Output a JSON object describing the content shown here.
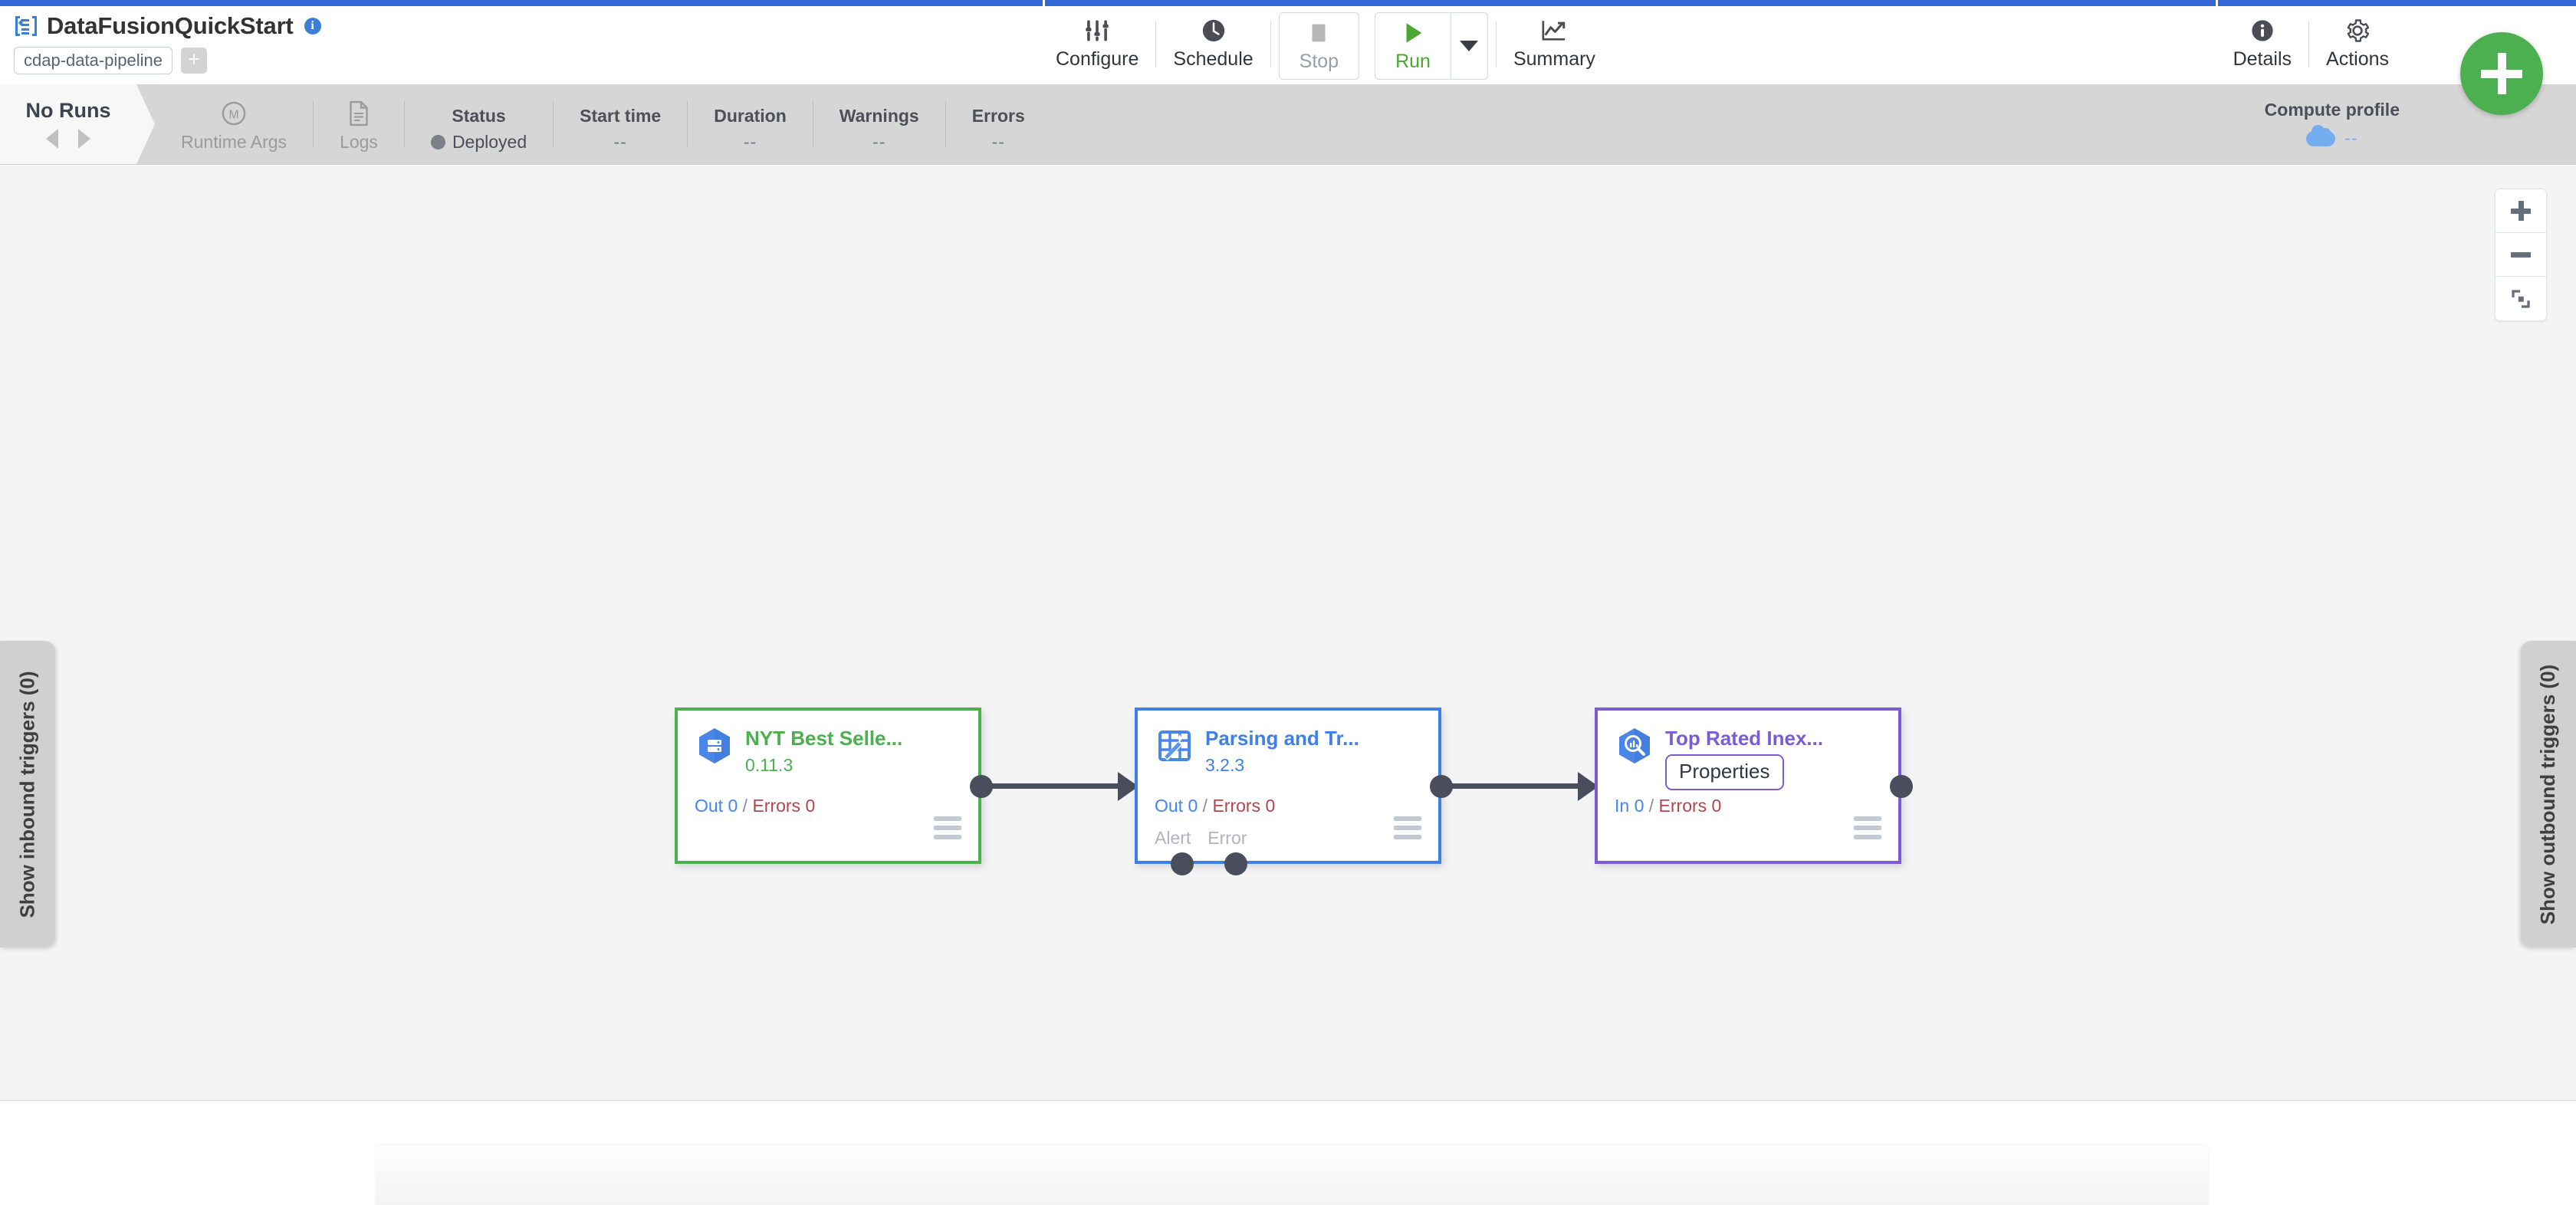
{
  "header": {
    "app_title": "DataFusionQuickStart",
    "info_icon": "info-icon",
    "logo_icon": "cdap-logo-icon",
    "tag": "cdap-data-pipeline",
    "tag_add": "+",
    "tools": [
      {
        "label": "Configure",
        "icon": "sliders-icon"
      },
      {
        "label": "Schedule",
        "icon": "clock-icon"
      },
      {
        "label": "Stop",
        "icon": "stop-square-icon"
      },
      {
        "label": "Run",
        "icon": "play-triangle-icon"
      },
      {
        "label": "Summary",
        "icon": "line-chart-icon"
      }
    ],
    "run_caret": "chevron-down-icon",
    "right_tools": [
      {
        "label": "Details",
        "icon": "info-circle-icon"
      },
      {
        "label": "Actions",
        "icon": "gear-icon"
      }
    ],
    "fab": {
      "label": "+",
      "icon": "plus-icon",
      "color": "#4caf50"
    }
  },
  "runbar": {
    "no_runs_title": "No Runs",
    "prev_icon": "triangle-left-icon",
    "next_icon": "triangle-right-icon",
    "runtime_args": {
      "label": "Runtime Args",
      "icon": "macro-m-icon"
    },
    "logs": {
      "label": "Logs",
      "icon": "document-icon"
    },
    "cells": [
      {
        "head": "Status",
        "value": "Deployed",
        "dot": true
      },
      {
        "head": "Start time",
        "value": "--"
      },
      {
        "head": "Duration",
        "value": "--"
      },
      {
        "head": "Warnings",
        "value": "--"
      },
      {
        "head": "Errors",
        "value": "--"
      }
    ],
    "compute_profile": {
      "head": "Compute profile",
      "value": "--",
      "icon": "cloud-icon"
    }
  },
  "canvas": {
    "inbound_tab": "Show inbound triggers (0)",
    "outbound_tab": "Show outbound triggers (0)",
    "zoom_controls": [
      {
        "name": "zoom-in",
        "icon": "plus-icon"
      },
      {
        "name": "zoom-out",
        "icon": "minus-icon"
      },
      {
        "name": "fit-to-screen",
        "icon": "fit-screen-icon"
      }
    ],
    "nodes": [
      {
        "title": "NYT Best Selle...",
        "version": "0.11.3",
        "color": "green",
        "accent": "#4caf50",
        "icon": "bigquery-source-icon",
        "metric_in_out": "Out 0",
        "metric_sep": "/",
        "metric_errors": "Errors 0",
        "ports": []
      },
      {
        "title": "Parsing and Tr...",
        "version": "3.2.3",
        "color": "blue",
        "accent": "#3f7fe8",
        "icon": "wrangler-magic-wand-icon",
        "metric_in_out": "Out 0",
        "metric_sep": "/",
        "metric_errors": "Errors 0",
        "ports": [
          "Alert",
          "Error"
        ]
      },
      {
        "title": "Top Rated Inex...",
        "version": "",
        "color": "purple",
        "accent": "#7b5cd6",
        "icon": "bigquery-sink-analytics-icon",
        "properties_label": "Properties",
        "metric_in_out": "In 0",
        "metric_sep": "/",
        "metric_errors": "Errors 0",
        "ports": []
      }
    ]
  }
}
